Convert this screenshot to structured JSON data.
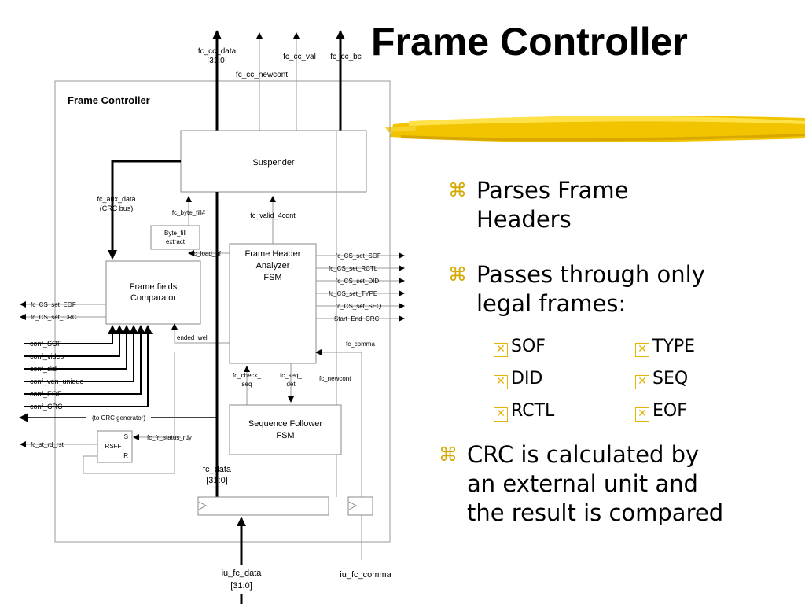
{
  "title": "Frame Controller",
  "diagram": {
    "box_title": "Frame Controller",
    "blocks": {
      "suspender": "Suspender",
      "byte_fill_1": "Byte_fill",
      "byte_fill_2": "extract",
      "ffc_1": "Frame fields",
      "ffc_2": "Comparator",
      "fha_1": "Frame Header",
      "fha_2": "Analyzer",
      "fha_3": "FSM",
      "seq_1": "Sequence Follower",
      "seq_2": "FSM",
      "rsff": "RSFF",
      "rsff_s": "S",
      "rsff_r": "R"
    },
    "signals": {
      "fc_cc_data_1": "fc_cc_data",
      "fc_cc_data_2": "[31:0]",
      "fc_cc_val": "fc_cc_val",
      "fc_cc_bc": "fc_cc_bc",
      "fc_cc_newcont": "fc_cc_newcont",
      "fc_aux_data_1": "fc_aux_data",
      "fc_aux_data_2": "(CRC bus)",
      "fc_byte_fill": "fc_byte_fill#",
      "fc_valid_4cont": "fc_valid_4cont",
      "fc_load_bf": "fc_load_bf",
      "ended_well": "ended_well",
      "fc_comma": "fc_comma",
      "fc_check_seq_1": "fc_check_",
      "fc_check_seq_2": "seq",
      "fc_seq_det_1": "fc_seq_",
      "fc_seq_det_2": "det",
      "fc_newcont": "fc_newcont",
      "to_crc": "(to CRC generator)",
      "fc_fr_status_rdy": "fc_fr_status_rdy",
      "fc_st_rd_rst": "fc_st_rd_rst",
      "fc_data_1": "fc_data",
      "fc_data_2": "[31:0]",
      "iu_fc_data_1": "iu_fc_data",
      "iu_fc_data_2": "[31:0]",
      "iu_fc_comma": "iu_fc_comma"
    },
    "right_outputs": [
      "fc_CS_set_SOF",
      "fc_CS_set_RCTL",
      "fc_CS_set_DID",
      "fc_CS_set_TYPE",
      "fc_CS_set_SEQ",
      "Start_End_CRC"
    ],
    "left_outputs": [
      "fc_CS_set_EOF",
      "fc_CS_set_CRC"
    ],
    "conf_inputs": [
      "conf_SOF",
      "conf_video",
      "conf_did",
      "conf_ven_unique",
      "conf_EOF",
      "conf_CRC"
    ]
  },
  "bullets": {
    "b1_line1": "Parses Frame",
    "b1_line2": "Headers",
    "b2_line1": "Passes through only",
    "b2_line2": "legal frames:",
    "sub": [
      "SOF",
      "TYPE",
      "DID",
      "SEQ",
      "RCTL",
      "EOF"
    ],
    "b3_line1": "CRC is calculated by",
    "b3_line2": "an external unit and",
    "b3_line3": "the result is compared",
    "bullet_glyph": "⌘",
    "sub_glyph": "✕"
  },
  "colors": {
    "accent": "#f2c400",
    "bullet": "#d4a800",
    "sub_box": "#e3b400"
  }
}
